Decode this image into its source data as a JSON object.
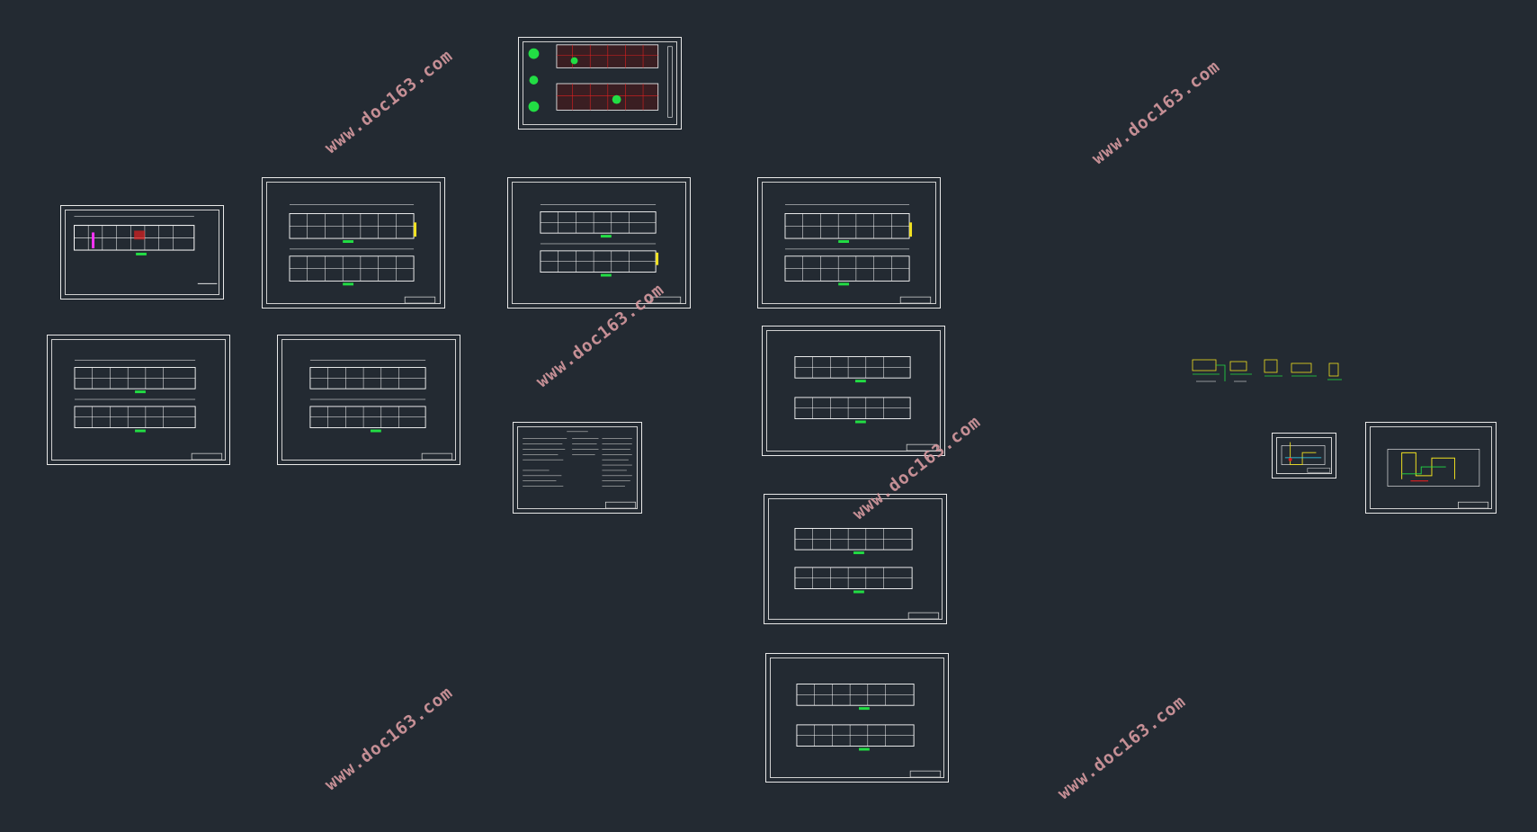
{
  "canvas": {
    "background": "#232a32"
  },
  "watermarks": [
    {
      "text": "www.doc163.com"
    },
    {
      "text": "www.doc163.com"
    },
    {
      "text": "www.doc163.com"
    },
    {
      "text": "www.doc163.com"
    },
    {
      "text": "www.doc163.com"
    },
    {
      "text": "www.doc163.com"
    }
  ],
  "colors": {
    "sheet_border": "#e8e8e8",
    "wall": "#ffffff",
    "accent_green": "#22dd44",
    "accent_red": "#e02020",
    "accent_yellow": "#f0e020",
    "accent_magenta": "#ff33ff",
    "accent_cyan": "#33ddff",
    "watermark": "#d79aa0"
  }
}
